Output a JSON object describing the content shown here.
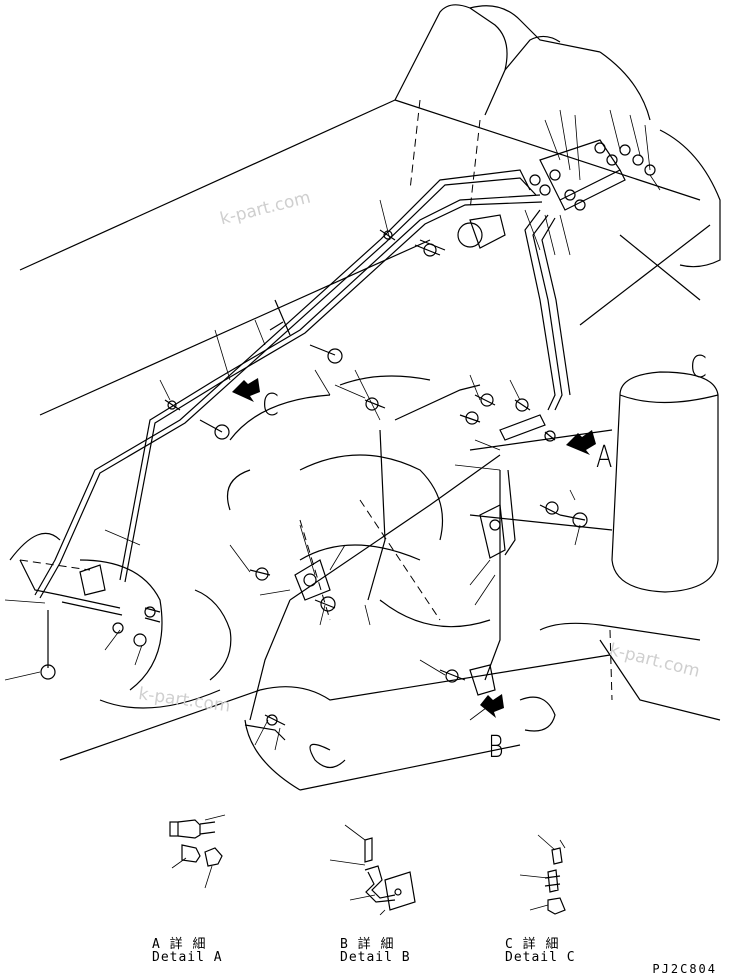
{
  "watermarks": [
    "k-part.com",
    "k-part.com",
    "k-part.com"
  ],
  "callouts": {
    "a": "A",
    "b": "B",
    "c": "C",
    "c_top": "C"
  },
  "details": [
    {
      "jp": "A 詳 細",
      "en": "Detail A"
    },
    {
      "jp": "B 詳 細",
      "en": "Detail B"
    },
    {
      "jp": "C 詳 細",
      "en": "Detail C"
    }
  ],
  "drawing_code": "PJ2C804"
}
